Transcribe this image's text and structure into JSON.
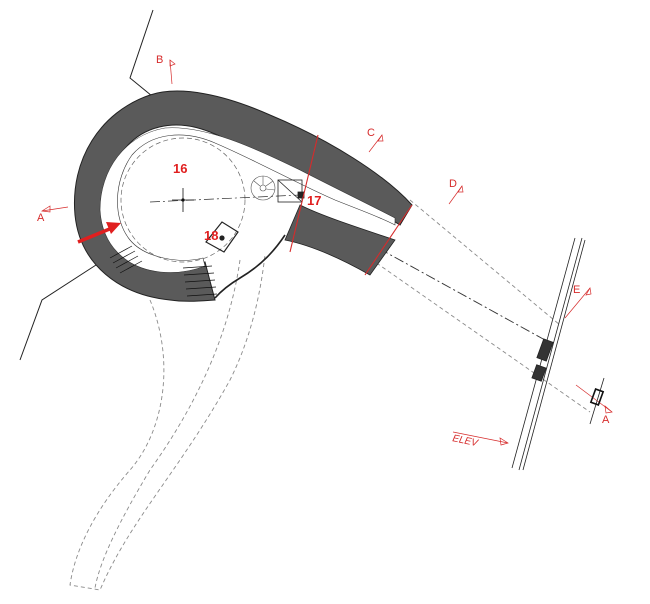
{
  "plan": {
    "section_markers": [
      {
        "id": "A-left",
        "label": "A"
      },
      {
        "id": "B",
        "label": "B"
      },
      {
        "id": "C",
        "label": "C"
      },
      {
        "id": "D",
        "label": "D"
      },
      {
        "id": "E",
        "label": "E"
      },
      {
        "id": "A-right",
        "label": "A"
      }
    ],
    "rooms": [
      {
        "id": "16",
        "label": "16"
      },
      {
        "id": "17",
        "label": "17"
      },
      {
        "id": "18",
        "label": "18"
      }
    ],
    "elevation_label": "ELEV",
    "colors": {
      "wall_fill": "#5a5a5a",
      "line": "#222222",
      "annotation": "#d62b2b",
      "dashed": "#8a8a8a"
    }
  }
}
